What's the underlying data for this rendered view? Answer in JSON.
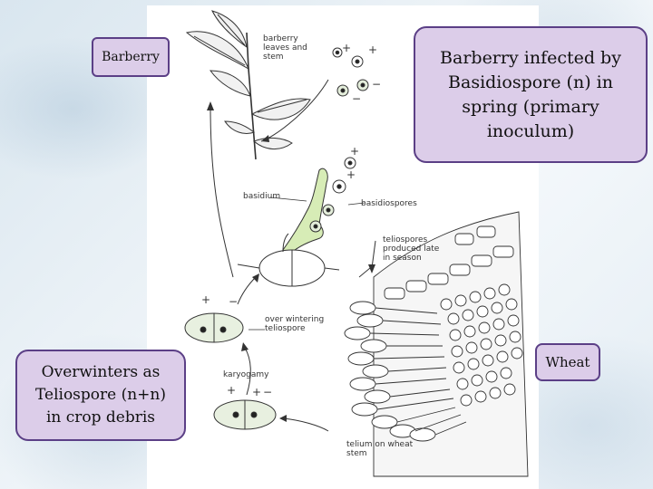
{
  "callouts": {
    "barberry": "Barberry",
    "barberry_infected": "Barberry infected by Basidiospore (n) in spring (primary inoculum)",
    "overwinters": "Overwinters as Teliospore (n+n) in crop debris",
    "wheat": "Wheat"
  },
  "figure_labels": {
    "barberry_leaves": "barberry\nleaves and\nstem",
    "basidium": "basidium",
    "basidiospores": "basidiospores",
    "teliospores_late": "teliospores\nproduced late\nin season",
    "over_wintering": "over wintering\nteliospore",
    "karyogamy": "karyogamy",
    "telium": "telium on wheat\nstem"
  },
  "signs": {
    "plus": "+",
    "minus": "−"
  }
}
